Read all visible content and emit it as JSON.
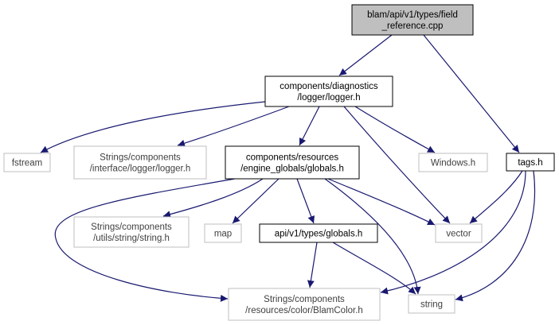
{
  "colors": {
    "edge": "#191970",
    "border_documented": "#000000",
    "border_external": "#bfbfbf",
    "root_fill": "#bfbfbf",
    "node_fill": "#ffffff",
    "text_documented": "#000000",
    "text_external": "#404040"
  },
  "nodes": [
    {
      "id": "root",
      "lines": [
        "blam/api/v1/types/field",
        "_reference.cpp"
      ],
      "kind": "root"
    },
    {
      "id": "logger",
      "lines": [
        "components/diagnostics",
        "/logger/logger.h"
      ],
      "kind": "documented"
    },
    {
      "id": "tags",
      "lines": [
        "tags.h"
      ],
      "kind": "documented"
    },
    {
      "id": "fstream",
      "lines": [
        "fstream"
      ],
      "kind": "external"
    },
    {
      "id": "strlogger",
      "lines": [
        "Strings/components",
        "/interface/logger/logger.h"
      ],
      "kind": "external"
    },
    {
      "id": "globals",
      "lines": [
        "components/resources",
        "/engine_globals/globals.h"
      ],
      "kind": "documented"
    },
    {
      "id": "windows",
      "lines": [
        "Windows.h"
      ],
      "kind": "external"
    },
    {
      "id": "strstring",
      "lines": [
        "Strings/components",
        "/utils/string/string.h"
      ],
      "kind": "external"
    },
    {
      "id": "map",
      "lines": [
        "map"
      ],
      "kind": "external"
    },
    {
      "id": "apiglobals",
      "lines": [
        "api/v1/types/globals.h"
      ],
      "kind": "documented"
    },
    {
      "id": "vector",
      "lines": [
        "vector"
      ],
      "kind": "external"
    },
    {
      "id": "blamcolor",
      "lines": [
        "Strings/components",
        "/resources/color/BlamColor.h"
      ],
      "kind": "external"
    },
    {
      "id": "string",
      "lines": [
        "string"
      ],
      "kind": "external"
    }
  ],
  "edges": [
    {
      "from": "root",
      "to": "logger"
    },
    {
      "from": "root",
      "to": "tags"
    },
    {
      "from": "logger",
      "to": "fstream"
    },
    {
      "from": "logger",
      "to": "strlogger"
    },
    {
      "from": "logger",
      "to": "globals"
    },
    {
      "from": "logger",
      "to": "windows"
    },
    {
      "from": "logger",
      "to": "vector"
    },
    {
      "from": "globals",
      "to": "blamcolor"
    },
    {
      "from": "globals",
      "to": "strstring"
    },
    {
      "from": "globals",
      "to": "map"
    },
    {
      "from": "globals",
      "to": "apiglobals"
    },
    {
      "from": "globals",
      "to": "vector"
    },
    {
      "from": "globals",
      "to": "string"
    },
    {
      "from": "apiglobals",
      "to": "blamcolor"
    },
    {
      "from": "apiglobals",
      "to": "string"
    },
    {
      "from": "tags",
      "to": "vector"
    },
    {
      "from": "tags",
      "to": "blamcolor"
    },
    {
      "from": "tags",
      "to": "string"
    }
  ]
}
